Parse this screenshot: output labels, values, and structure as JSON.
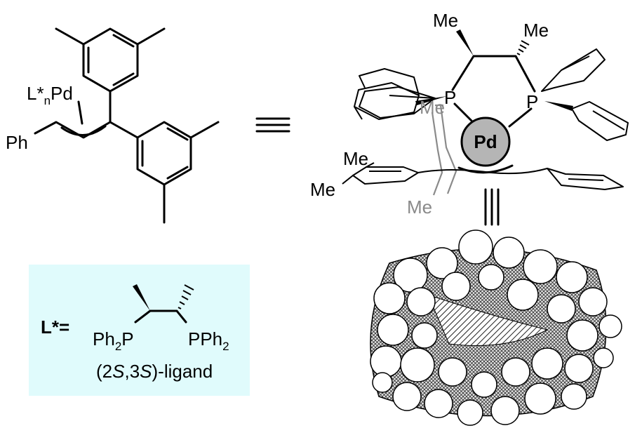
{
  "left_structure": {
    "catalyst_label": "L*nPd",
    "catalyst_prefix": "L*",
    "catalyst_sub": "n",
    "catalyst_metal": "Pd",
    "phenyl_label": "Ph"
  },
  "equivalence_symbol": "≡",
  "complex_3d": {
    "methyl_labels": [
      "Me",
      "Me",
      "Me",
      "Me",
      "Me",
      "Me"
    ],
    "phosphorus_labels": [
      "P",
      "P"
    ],
    "metal_label": "Pd"
  },
  "triple_bond_symbol": "≡",
  "ligand_box": {
    "lhs": "L*=",
    "ph2p_left": "Ph",
    "ph2p_left_sub": "2",
    "ph2p_left_p": "P",
    "pph2_right_p": "PPh",
    "pph2_right_sub": "2",
    "caption_prefix": "(2",
    "caption_s1": "S",
    "caption_mid": ",3",
    "caption_s2": "S",
    "caption_suffix": ")-ligand"
  },
  "colors": {
    "ligand_box_bg": "#e0fbfc",
    "pd_sphere": "#b5b5b5",
    "grey_aryl": "#8a8a8a"
  }
}
